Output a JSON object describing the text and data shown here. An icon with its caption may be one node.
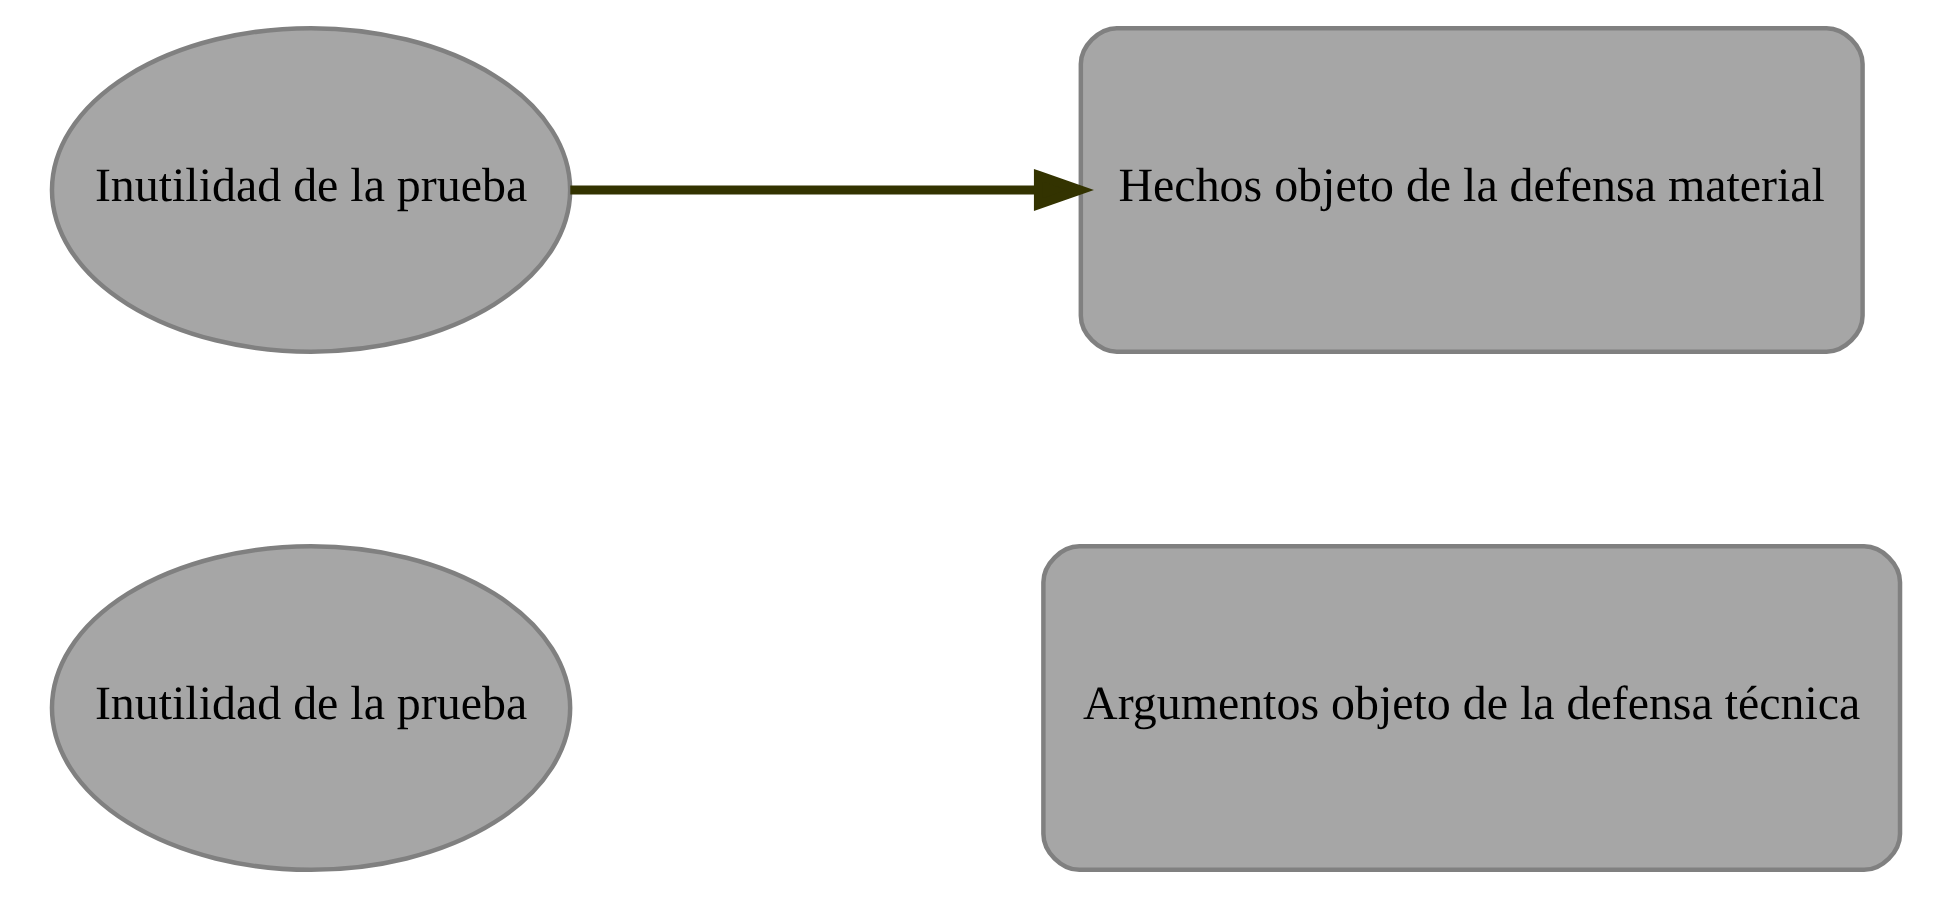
{
  "diagram": {
    "nodes": [
      {
        "text": [
          "Inutilidad de la prueba"
        ]
      },
      {
        "text": [
          "Hechos objeto de la defensa material"
        ]
      },
      {
        "text": [
          "Inutilidad de la prueba"
        ]
      },
      {
        "text": [
          "Argumentos objeto de la defensa técnica"
        ]
      }
    ],
    "edges": [
      {
        "from": 0,
        "to": 1,
        "arrow": "to",
        "color": "#333300"
      }
    ]
  }
}
